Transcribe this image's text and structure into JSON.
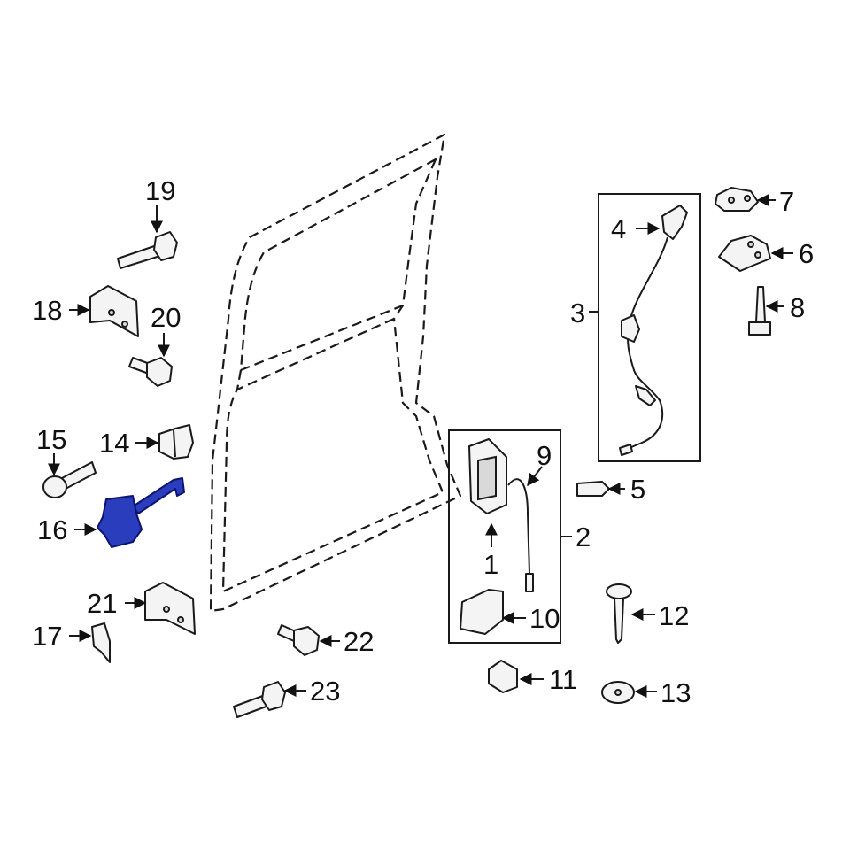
{
  "diagram": {
    "highlighted_part": "16",
    "highlight_color": "#2a3dbd",
    "callouts": {
      "c1": "1",
      "c2": "2",
      "c3": "3",
      "c4": "4",
      "c5": "5",
      "c6": "6",
      "c7": "7",
      "c8": "8",
      "c9": "9",
      "c10": "10",
      "c11": "11",
      "c12": "12",
      "c13": "13",
      "c14": "14",
      "c15": "15",
      "c16": "16",
      "c17": "17",
      "c18": "18",
      "c19": "19",
      "c20": "20",
      "c21": "21",
      "c22": "22",
      "c23": "23"
    }
  }
}
